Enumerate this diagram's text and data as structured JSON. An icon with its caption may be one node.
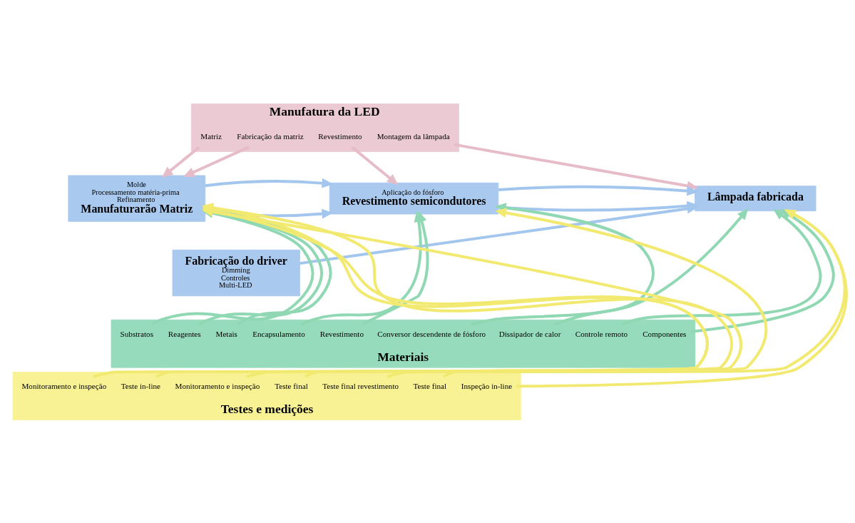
{
  "diagram": {
    "nodes": [
      {
        "text": [
          "Manufatura da LED"
        ]
      },
      {
        "text": [
          "Matriz"
        ],
        "in": 0
      },
      {
        "text": [
          "Fabricação da matriz"
        ],
        "in": 0
      },
      {
        "text": [
          "Revestimento"
        ],
        "in": 0
      },
      {
        "text": [
          "Montagem da lâmpada"
        ],
        "in": 0
      },
      {
        "text": [
          "Molde",
          "Processamento matéria-prima",
          "Refinamento",
          "Manufaturarão Matriz"
        ]
      },
      {
        "text": [
          "Aplicação do fósforo",
          "Revestimento semicondutores"
        ]
      },
      {
        "text": [
          "Lâmpada fabricada"
        ]
      },
      {
        "text": [
          "Fabricação do driver",
          "Dimming",
          "Controles",
          "Multi-LED"
        ]
      },
      {
        "text": [
          "Materiais"
        ]
      },
      {
        "text": [
          "Substratos"
        ],
        "in": 9
      },
      {
        "text": [
          "Reagentes"
        ],
        "in": 9
      },
      {
        "text": [
          "Metais"
        ],
        "in": 9
      },
      {
        "text": [
          "Revestimento"
        ],
        "in": 9
      },
      {
        "text": [
          "Encapsulamento"
        ],
        "in": 9
      },
      {
        "text": [
          "Conversor descendente de fósforo"
        ],
        "in": 9
      },
      {
        "text": [
          "Dissipador de calor"
        ],
        "in": 9
      },
      {
        "text": [
          "Controle remoto"
        ],
        "in": 9
      },
      {
        "text": [
          "Componentes"
        ],
        "in": 9
      },
      {
        "text": [
          "Testes e medições"
        ]
      },
      {
        "text": [
          "Monitoramento e inspeção"
        ],
        "in": 19
      },
      {
        "text": [
          "Monitoramento e inspeção"
        ],
        "in": 19
      },
      {
        "text": [
          "Teste in-line"
        ],
        "in": 19
      },
      {
        "text": [
          "Teste final"
        ],
        "in": 19
      },
      {
        "text": [
          "Teste final revestimento"
        ],
        "in": 19
      },
      {
        "text": [
          "Inspeção in-line"
        ],
        "in": 19
      },
      {
        "text": [
          "Teste final"
        ],
        "in": 19
      }
    ],
    "edges": [
      {
        "from": 1,
        "to": 5,
        "arrow": "to",
        "color": "#e6bcc8"
      },
      {
        "from": 2,
        "to": 5,
        "arrow": "to",
        "color": "#e6bcc8"
      },
      {
        "from": 3,
        "to": 6,
        "arrow": "to",
        "color": "#e6bcc8"
      },
      {
        "from": 4,
        "to": 7,
        "arrow": "to",
        "color": "#e6bcc8"
      },
      {
        "from": 5,
        "to": 6,
        "arrow": "to",
        "color": "#a3c6ee"
      },
      {
        "from": 5,
        "to": 6,
        "arrow": "to",
        "color": "#a3c6ee"
      },
      {
        "from": 6,
        "to": 7,
        "arrow": "to",
        "color": "#a3c6ee"
      },
      {
        "from": 6,
        "to": 7,
        "arrow": "to",
        "color": "#a3c6ee"
      },
      {
        "from": 8,
        "to": 7,
        "arrow": "to",
        "color": "#a3c6ee"
      },
      {
        "from": 10,
        "to": 5,
        "arrow": "to"
      },
      {
        "from": 20,
        "to": 5,
        "arrow": "to",
        "color": "#f2ea70"
      },
      {
        "from": 11,
        "to": 5,
        "arrow": "to"
      },
      {
        "from": 21,
        "to": 5,
        "arrow": "to",
        "color": "#f2ea70"
      },
      {
        "from": 12,
        "to": 5,
        "arrow": "to"
      },
      {
        "from": 22,
        "to": 5,
        "arrow": "to",
        "color": "#f2ea70"
      },
      {
        "from": 23,
        "to": 5,
        "arrow": "to",
        "color": "#f2ea70"
      },
      {
        "from": 13,
        "to": 6,
        "arrow": "to"
      },
      {
        "from": 14,
        "to": 6,
        "arrow": "to"
      },
      {
        "from": 15,
        "to": 6,
        "arrow": "to"
      },
      {
        "from": 24,
        "to": 6,
        "arrow": "to",
        "color": "#f2ea70"
      },
      {
        "from": 16,
        "to": 7,
        "arrow": "to"
      },
      {
        "from": 25,
        "to": 7,
        "arrow": "to",
        "color": "#f2ea70"
      },
      {
        "from": 17,
        "to": 7,
        "arrow": "to"
      },
      {
        "from": 18,
        "to": 7,
        "arrow": "to"
      },
      {
        "from": 26,
        "to": 7,
        "arrow": "to",
        "color": "#f2ea70"
      }
    ]
  }
}
